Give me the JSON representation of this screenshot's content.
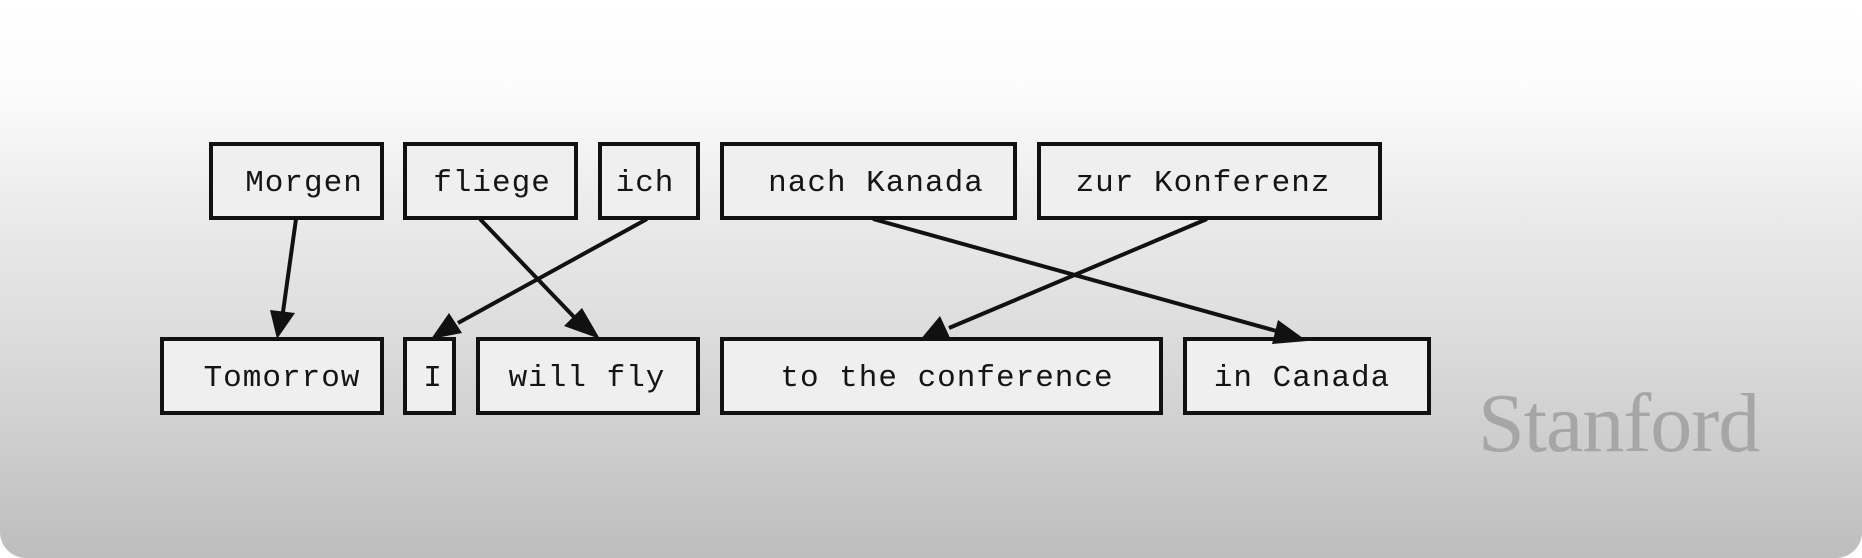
{
  "source_words": [
    {
      "id": "s1",
      "text": "Morgen"
    },
    {
      "id": "s2",
      "text": "fliege"
    },
    {
      "id": "s3",
      "text": "ich"
    },
    {
      "id": "s4",
      "text": "nach Kanada"
    },
    {
      "id": "s5",
      "text": "zur Konferenz"
    }
  ],
  "target_words": [
    {
      "id": "t1",
      "text": "Tomorrow"
    },
    {
      "id": "t2",
      "text": "I"
    },
    {
      "id": "t3",
      "text": "will fly"
    },
    {
      "id": "t4",
      "text": "to the conference"
    },
    {
      "id": "t5",
      "text": "in Canada"
    }
  ],
  "alignments": [
    {
      "from": "Morgen",
      "to": "Tomorrow"
    },
    {
      "from": "fliege",
      "to": "will fly"
    },
    {
      "from": "ich",
      "to": "I"
    },
    {
      "from": "nach Kanada",
      "to": "in Canada"
    },
    {
      "from": "zur Konferenz",
      "to": "to the conference"
    }
  ],
  "watermark": "Stanford",
  "colors": {
    "box_fill": "#efefef",
    "box_stroke": "#111111",
    "watermark": "#a6a6a6"
  }
}
